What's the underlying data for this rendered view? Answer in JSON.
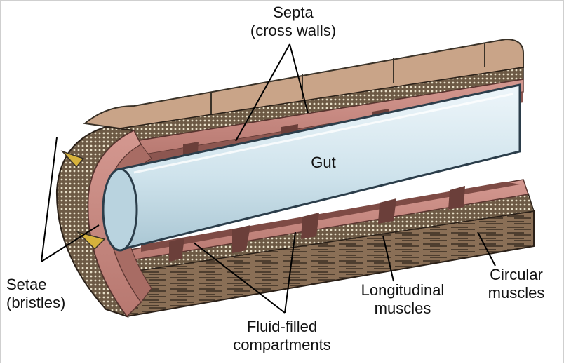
{
  "labels": {
    "septa": "Septa\n(cross walls)",
    "gut": "Gut",
    "setae": "Setae\n(bristles)",
    "fluid": "Fluid-filled\ncompartments",
    "longitudinal": "Longitudinal\nmuscles",
    "circular": "Circular\nmuscles"
  },
  "colors": {
    "gut": "#cfe3ec",
    "gut_edge": "#2b3d4a",
    "muscle_pink": "#c98982",
    "muscle_dark": "#7e4b45",
    "skin_tan": "#c9a488",
    "cuticle": "#3a3228",
    "leader": "#000000"
  }
}
